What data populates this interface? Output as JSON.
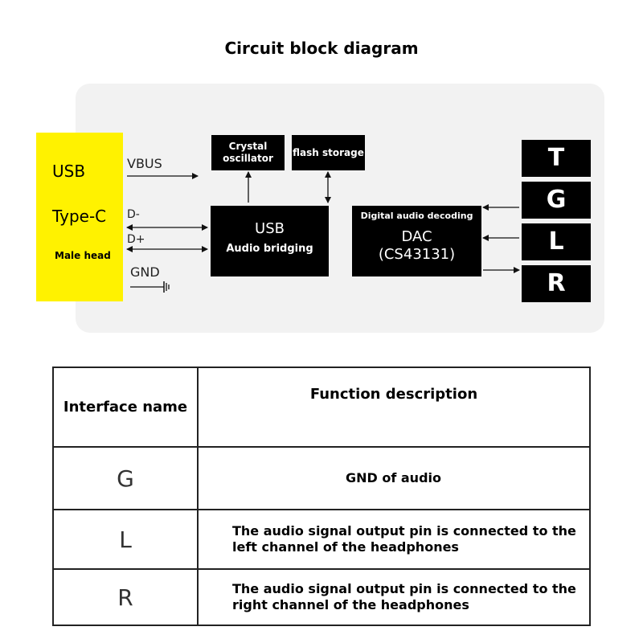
{
  "title": "Circuit block diagram",
  "usb_connector": {
    "line1": "USB",
    "line2": "Type-C",
    "line3": "Male head"
  },
  "signals": {
    "vbus": "VBUS",
    "dminus": "D-",
    "dplus": "D+",
    "gnd": "GND"
  },
  "blocks": {
    "crystal": {
      "line1": "Crystal",
      "line2": "oscillator"
    },
    "flash": "flash storage",
    "usb_bridge": {
      "line1": "USB",
      "line2": "Audio bridging"
    },
    "dac": {
      "line1": "Digital audio decoding",
      "line2": "DAC",
      "line3": "(CS43131)"
    }
  },
  "jack_pins": [
    "T",
    "G",
    "L",
    "R"
  ],
  "table": {
    "headers": [
      "Interface name",
      "Function description"
    ],
    "rows": [
      {
        "name": "G",
        "desc_line1": "GND of audio",
        "desc_line2": ""
      },
      {
        "name": "L",
        "desc_line1": "The audio signal output pin is connected to the",
        "desc_line2": "left channel of the headphones"
      },
      {
        "name": "R",
        "desc_line1": "The audio signal output pin is connected to the",
        "desc_line2": "right channel of the headphones"
      }
    ]
  },
  "colors": {
    "connector": "#fff200",
    "block": "#000000",
    "panel": "#f2f2f2"
  }
}
